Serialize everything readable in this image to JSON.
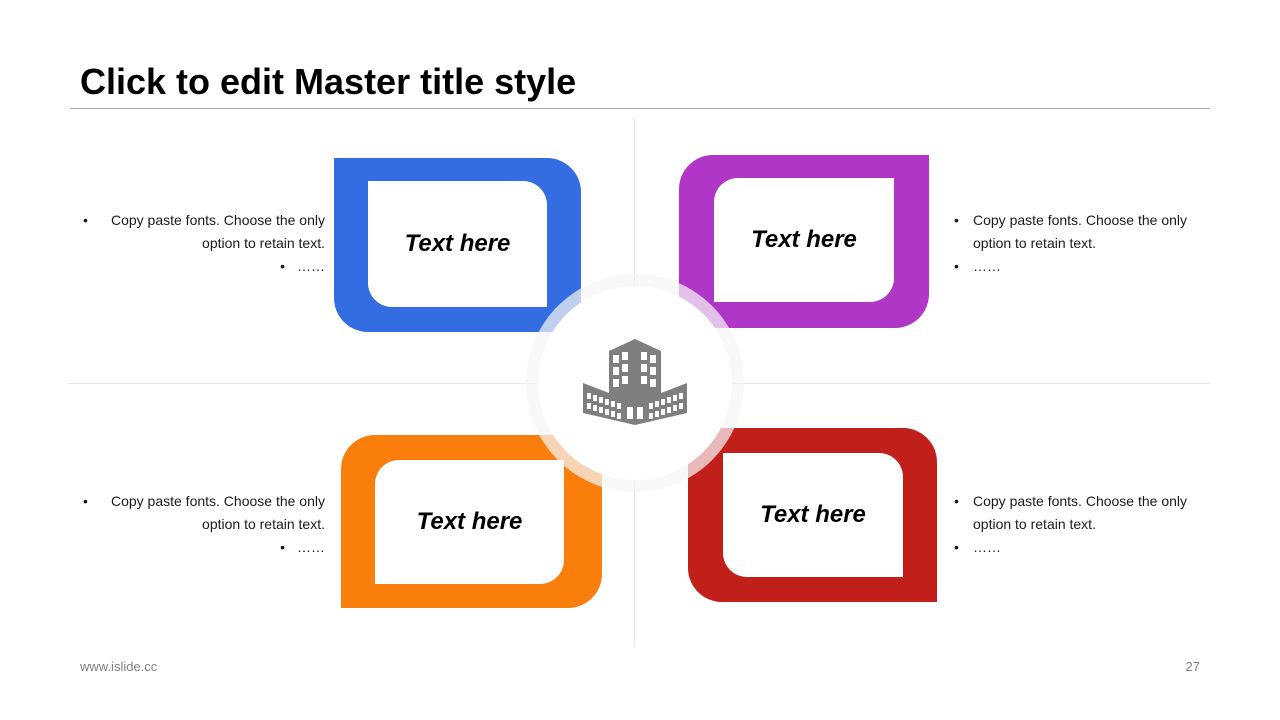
{
  "slide": {
    "title": "Click to edit Master title style",
    "footer_url": "www.islide.cc",
    "page_number": "27"
  },
  "colors": {
    "blue": "#346de2",
    "purple": "#b036c8",
    "orange": "#fa7e0c",
    "red": "#c11f1a",
    "icon_gray": "#7f7f7f"
  },
  "center_icon": "building-icon",
  "cards": [
    {
      "label": "Text here"
    },
    {
      "label": "Text here"
    },
    {
      "label": "Text here"
    },
    {
      "label": "Text here"
    }
  ],
  "bullets": {
    "top_left": [
      "Copy paste fonts. Choose the only",
      "option to retain text.",
      "……"
    ],
    "top_right": [
      "Copy paste fonts. Choose the only",
      "option to retain text.",
      "……"
    ],
    "bottom_left": [
      "Copy paste fonts. Choose the only",
      "option to retain text.",
      "……"
    ],
    "bottom_right": [
      "Copy paste fonts. Choose the only",
      "option to retain text.",
      "……"
    ]
  }
}
